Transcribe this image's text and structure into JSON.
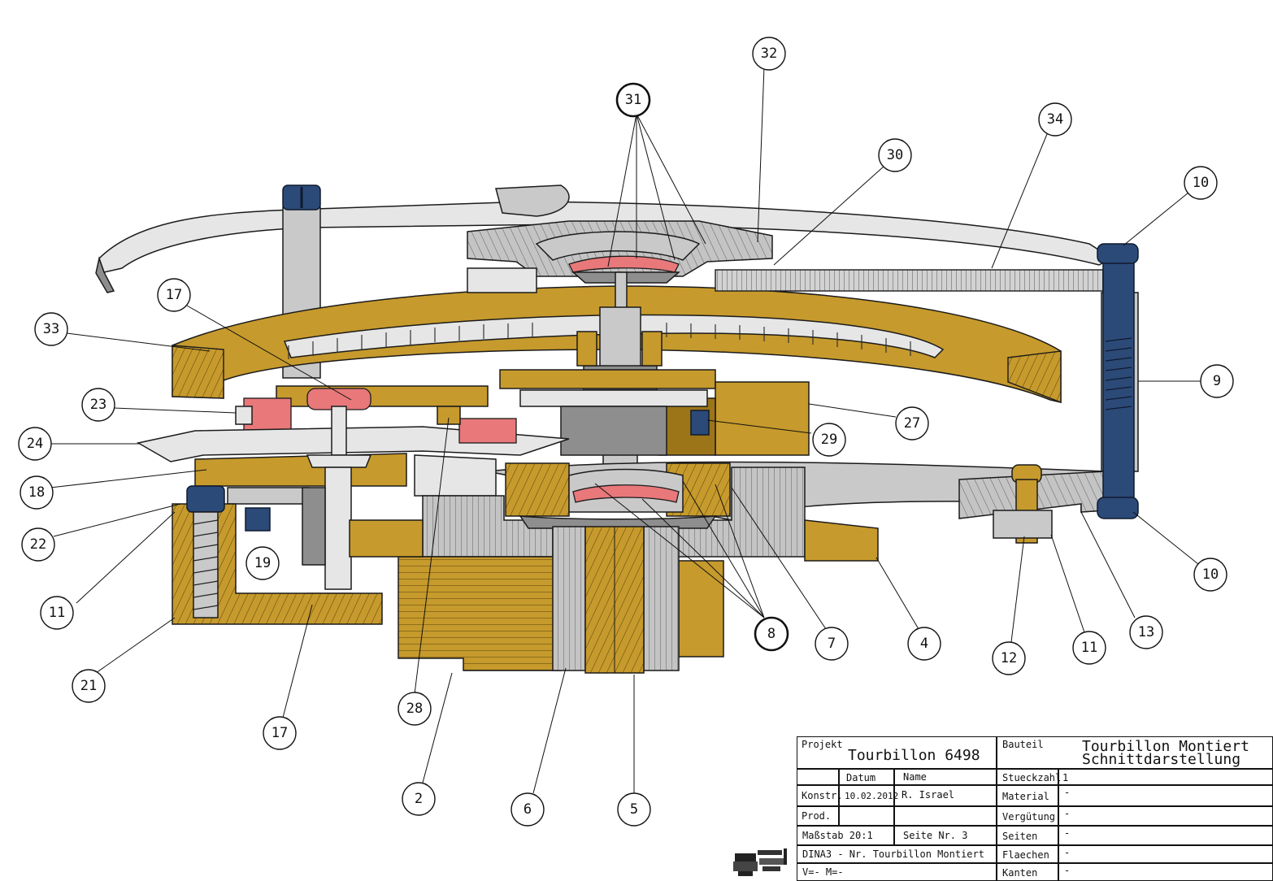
{
  "callouts": {
    "c32": "32",
    "c31": "31",
    "c34": "34",
    "c30": "30",
    "c10a": "10",
    "c17a": "17",
    "c33": "33",
    "c9": "9",
    "c23": "23",
    "c27": "27",
    "c29": "29",
    "c24": "24",
    "c18": "18",
    "c22": "22",
    "c19": "19",
    "c11a": "11",
    "c21": "21",
    "c28": "28",
    "c17b": "17",
    "c2": "2",
    "c6": "6",
    "c5": "5",
    "c8": "8",
    "c7": "7",
    "c4": "4",
    "c12": "12",
    "c11b": "11",
    "c13": "13",
    "c10b": "10"
  },
  "title_block": {
    "projekt_label": "Projekt",
    "projekt_value": "Tourbillon 6498",
    "bauteil_label": "Bauteil",
    "bauteil_value_line1": "Tourbillon Montiert",
    "bauteil_value_line2": "Schnittdarstellung",
    "datum_label": "Datum",
    "name_label": "Name",
    "konstr_label": "Konstr.",
    "konstr_datum": "10.02.2012",
    "konstr_name": "R. Israel",
    "prod_label": "Prod.",
    "massstab": "Maßstab 20:1",
    "seite": "Seite Nr. 3",
    "format_line": "DINA3 - Nr. Tourbillon Montiert",
    "vm_line": "V=- M=-",
    "stueckzahl_label": "Stueckzahl",
    "stueckzahl_value": "1",
    "material_label": "Material",
    "material_value": "-",
    "verguetung_label": "Vergütung",
    "verguetung_value": "-",
    "seiten_label": "Seiten",
    "seiten_value": "-",
    "flaechen_label": "Flaechen",
    "flaechen_value": "-",
    "kanten_label": "Kanten",
    "kanten_value": "-"
  }
}
